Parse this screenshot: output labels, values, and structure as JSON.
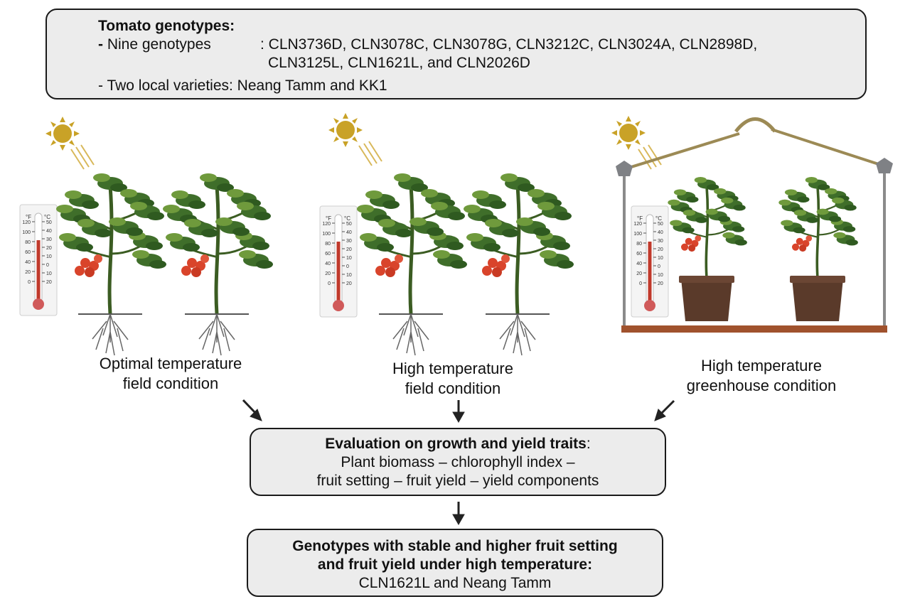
{
  "genotypes_box": {
    "title": "Tomato genotypes:",
    "nine_label": "Nine genotypes",
    "dash": "-",
    "nine_list": ": CLN3736D, CLN3078C, CLN3078G, CLN3212C, CLN3024A, CLN2898D,",
    "nine_list_2": "CLN3125L, CLN1621L, and CLN2026D",
    "local_varieties": "- Two local varieties: Neang Tamm and KK1"
  },
  "conditions": [
    {
      "line1": "Optimal temperature",
      "line2": "field condition"
    },
    {
      "line1": "High temperature",
      "line2": "field condition"
    },
    {
      "line1": "High temperature",
      "line2": "greenhouse condition"
    }
  ],
  "thermometer": {
    "f_unit": "°F",
    "c_unit": "°C",
    "f_ticks": [
      "120",
      "100",
      "80",
      "60",
      "40",
      "20",
      "0"
    ],
    "c_ticks": [
      "50",
      "40",
      "30",
      "20",
      "10",
      "0",
      "10",
      "20"
    ]
  },
  "evaluation_box": {
    "title": "Evaluation on growth and yield traits",
    "title_suffix": ":",
    "line2": "Plant biomass – chlorophyll index –",
    "line3": "fruit setting – fruit yield – yield components"
  },
  "result_box": {
    "line1": "Genotypes with stable and higher fruit setting",
    "line2": "and fruit yield under high temperature:",
    "line3": "CLN1621L and Neang Tamm"
  },
  "colors": {
    "sun": "#c9a227",
    "leaf": "#3f6e2a",
    "leaf_light": "#6f9a3c",
    "tomato": "#d9442b",
    "pot": "#5a3a2a",
    "greenhouse_roof": "#9c8a55",
    "greenhouse_floor": "#a0522d",
    "box_fill": "#ececec"
  }
}
